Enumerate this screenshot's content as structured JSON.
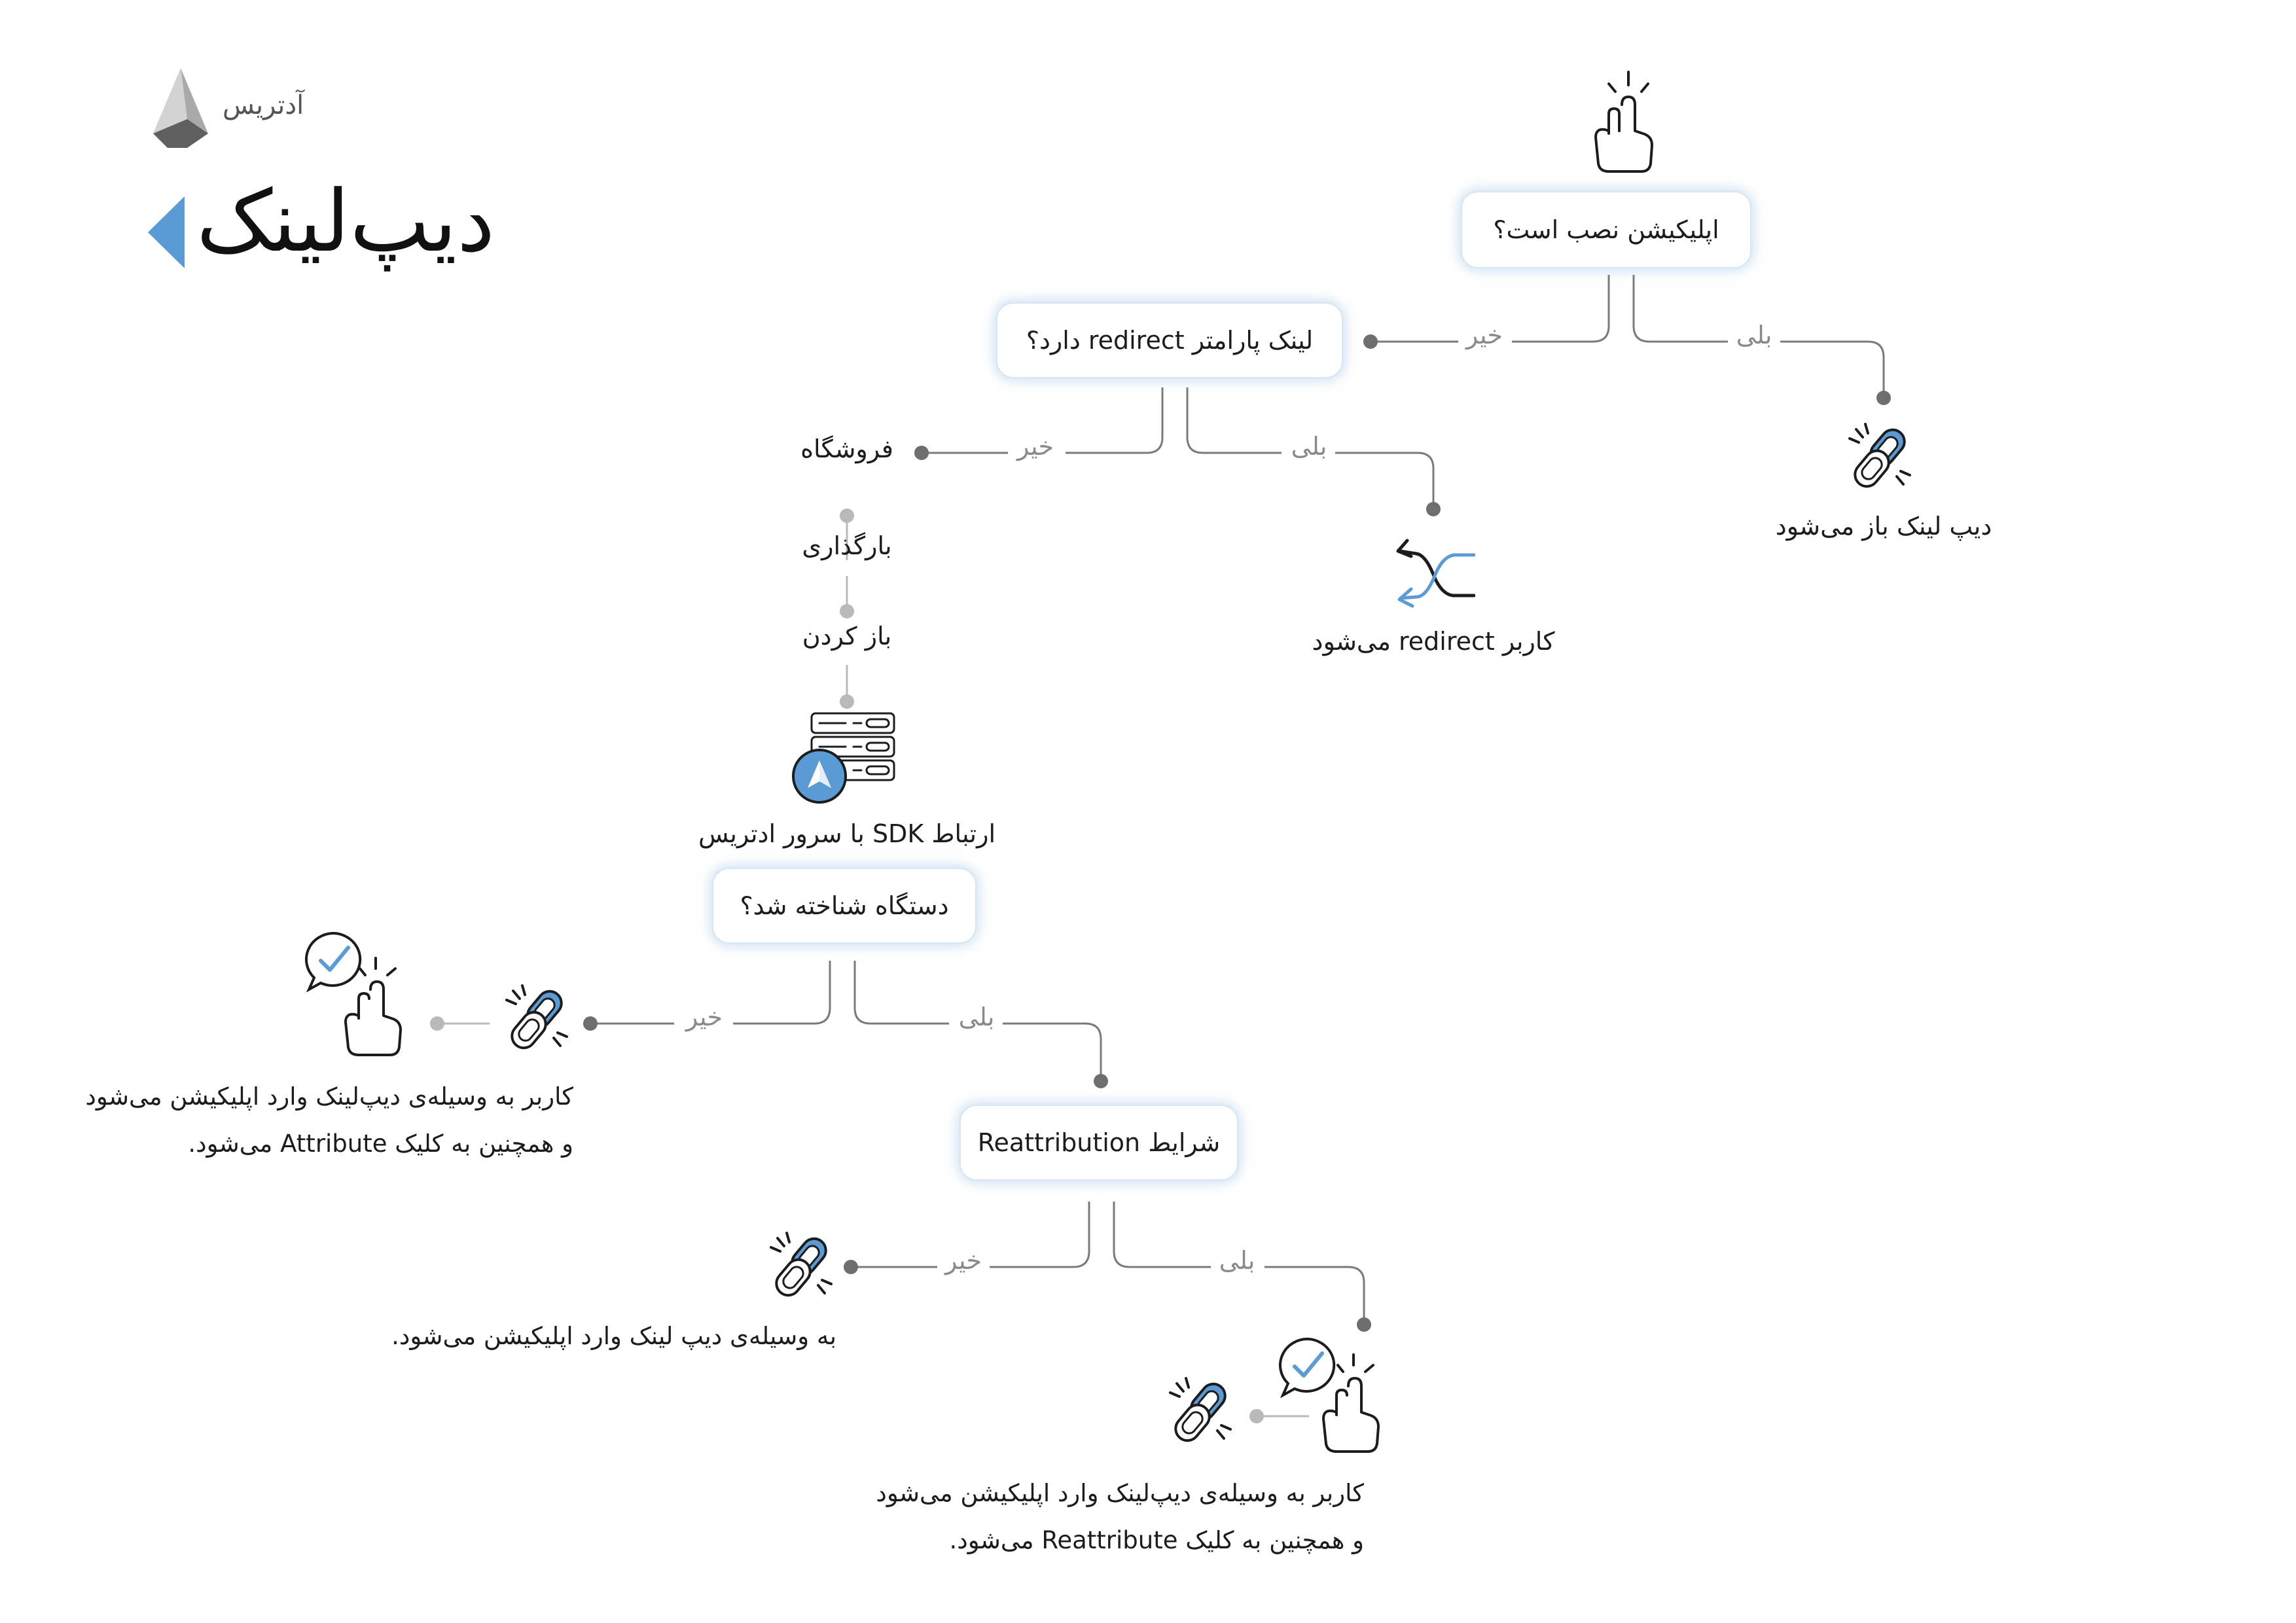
{
  "brand": {
    "logo_text": "آدتریس"
  },
  "page_title": "دیپ‌لینک",
  "colors": {
    "accent": "#5b9bd5",
    "line": "#7a7a7a",
    "dot_dark": "#6e6e6e",
    "dot_light": "#b9b9b9"
  },
  "nodes": {
    "q_installed": "اپلیکیشن نصب است؟",
    "q_redirect": "لینک پارامتر redirect دارد؟",
    "q_recognized": "دستگاه شناخته شد؟",
    "q_reattribution": "شرایط Reattribution"
  },
  "branches": {
    "yes": "بلی",
    "no": "خیر"
  },
  "steps": {
    "store": "فروشگاه",
    "download": "بارگذاری",
    "open": "باز کردن",
    "sdk": "ارتباط SDK با سرور ادتریس"
  },
  "results": {
    "deeplink_opens": "دیپ لینک باز می‌شود",
    "user_redirected": "کاربر redirect می‌شود",
    "attribute_line1": "کاربر به وسیله‌ی دیپ‌لینک وارد اپلیکیشن می‌شود",
    "attribute_line2": "و همچنین به کلیک Attribute می‌شود.",
    "deeplink_enter": "به وسیله‌ی دیپ لینک وارد اپلیکیشن می‌شود.",
    "reattribute_line1": "کاربر به وسیله‌ی دیپ‌لینک وارد اپلیکیشن می‌شود",
    "reattribute_line2": "و همچنین به کلیک Reattribute می‌شود."
  },
  "icons": [
    "logo-icon",
    "title-arrow-icon",
    "tap-hand-icon",
    "link-chain-icon",
    "redirect-arrows-icon",
    "server-icon",
    "check-bubble-icon"
  ]
}
